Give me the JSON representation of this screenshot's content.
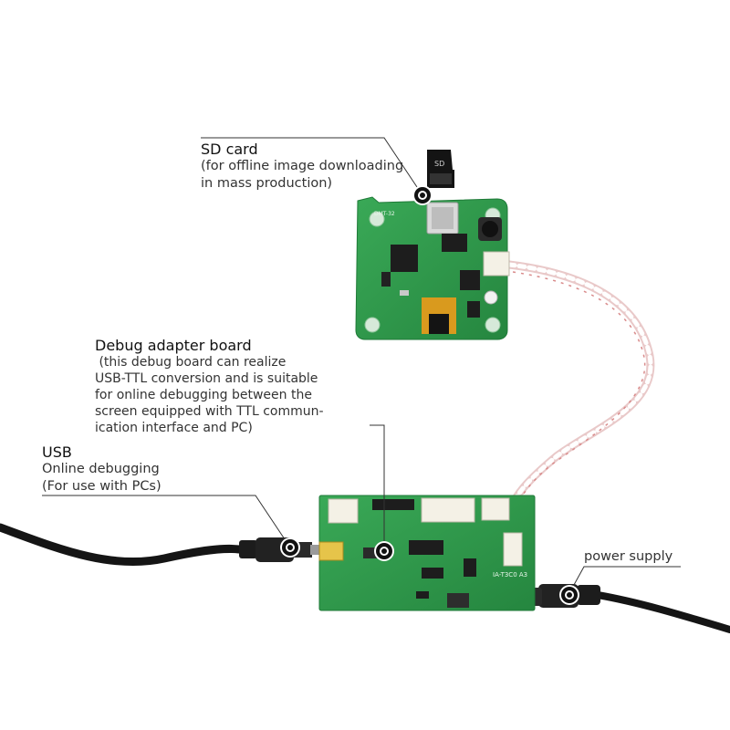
{
  "labels": {
    "sd_card": {
      "title": "SD card",
      "lines": [
        "(for offline image downloading",
        "in mass production)"
      ]
    },
    "debug_board": {
      "title": "Debug adapter board",
      "lines": [
        " (this debug board can realize",
        "USB-TTL conversion and is suitable",
        "for online debugging between the",
        "screen equipped with TTL commun-",
        "ication interface and PC)"
      ]
    },
    "usb": {
      "title": "USB",
      "lines": [
        "Online debugging",
        "(For use with PCs)"
      ]
    },
    "power": {
      "title": "power supply"
    }
  },
  "pcb_text": {
    "sd_slot_mark": "SD",
    "lcd_board_mark": "DMT-32",
    "debug_board_mark": "IA-T3C0 A3"
  },
  "colors": {
    "pcb_green": "#2e9a4a",
    "cable": "#1a1a1a",
    "ribbon": "#f2dcdc",
    "leader": "#333333"
  }
}
